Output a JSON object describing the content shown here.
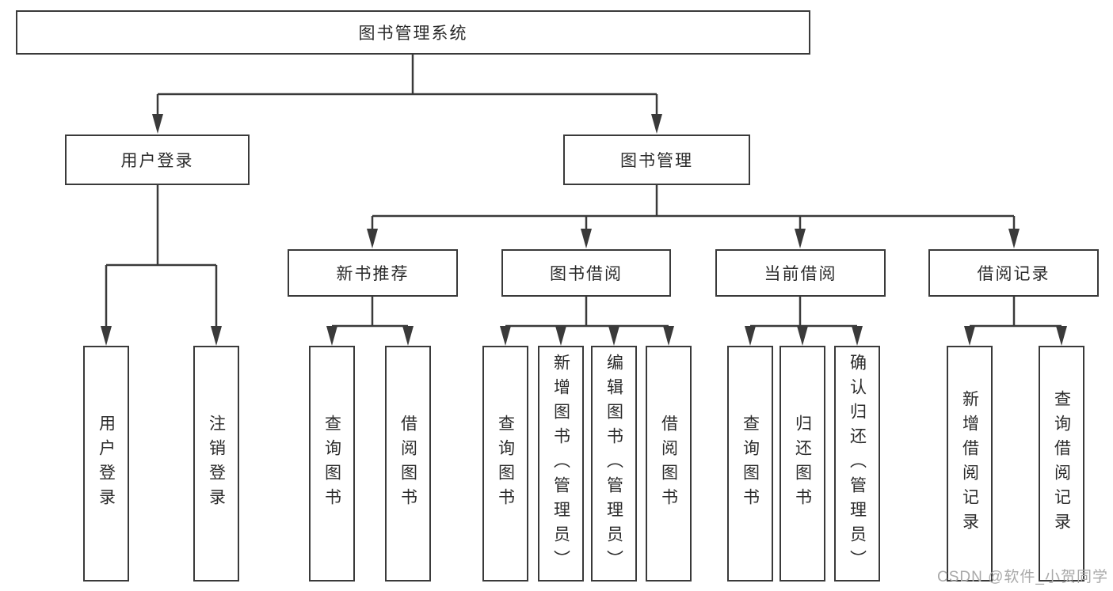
{
  "diagram_title": "图书管理系统",
  "colors": {
    "line": "#3a3a3a",
    "box_border": "#3a3a3a",
    "box_background": "#ffffff",
    "text": "#2b2b2b",
    "watermark": "#a9a9a9"
  },
  "tree": {
    "label": "图书管理系统",
    "children": [
      {
        "label": "用户登录",
        "children": [
          {
            "label": "用户登录"
          },
          {
            "label": "注销登录"
          }
        ]
      },
      {
        "label": "图书管理",
        "children": [
          {
            "label": "新书推荐",
            "children": [
              {
                "label": "查询图书"
              },
              {
                "label": "借阅图书"
              }
            ]
          },
          {
            "label": "图书借阅",
            "children": [
              {
                "label": "查询图书"
              },
              {
                "label": "新增图书（管理员）"
              },
              {
                "label": "编辑图书（管理员）"
              },
              {
                "label": "借阅图书"
              }
            ]
          },
          {
            "label": "当前借阅",
            "children": [
              {
                "label": "查询图书"
              },
              {
                "label": "归还图书"
              },
              {
                "label": "确认归还（管理员）"
              }
            ]
          },
          {
            "label": "借阅记录",
            "children": [
              {
                "label": "新增借阅记录"
              },
              {
                "label": "查询借阅记录"
              }
            ]
          }
        ]
      }
    ]
  },
  "watermark": {
    "text": "CSDN @软件_小贺同学"
  }
}
